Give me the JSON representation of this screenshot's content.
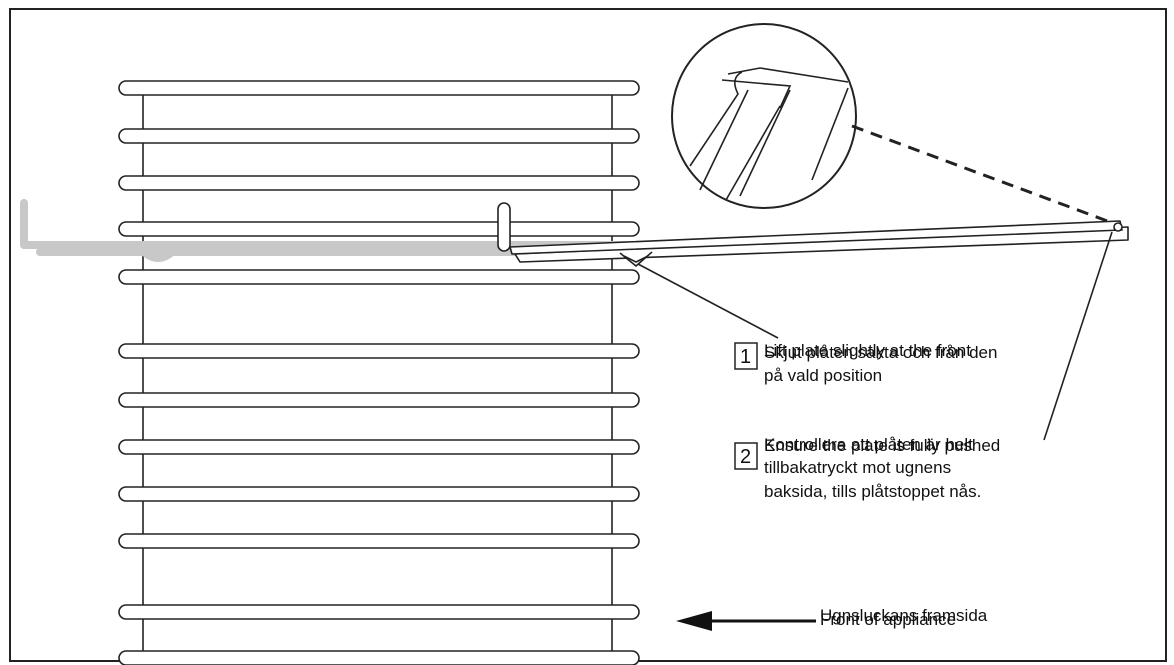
{
  "steps": [
    {
      "number": "1",
      "overlay_text": "Lift plate slightly at the front",
      "lines": [
        "Skjut plåten sakta och från den",
        "på vald position"
      ]
    },
    {
      "number": "2",
      "overlay_text": "Ensure the plate is fully pushed",
      "lines": [
        "Kontrollera att plåten är helt",
        "tillbakatryckt mot ugnens",
        "baksida, tills plåtstoppet nås."
      ]
    }
  ],
  "front_label": {
    "overlay_text": "Front of appliance",
    "text": "Ugnsluckans framsida"
  },
  "colors": {
    "line": "#222222",
    "shadow_rack": "#c8c8c8",
    "background": "#ffffff"
  }
}
